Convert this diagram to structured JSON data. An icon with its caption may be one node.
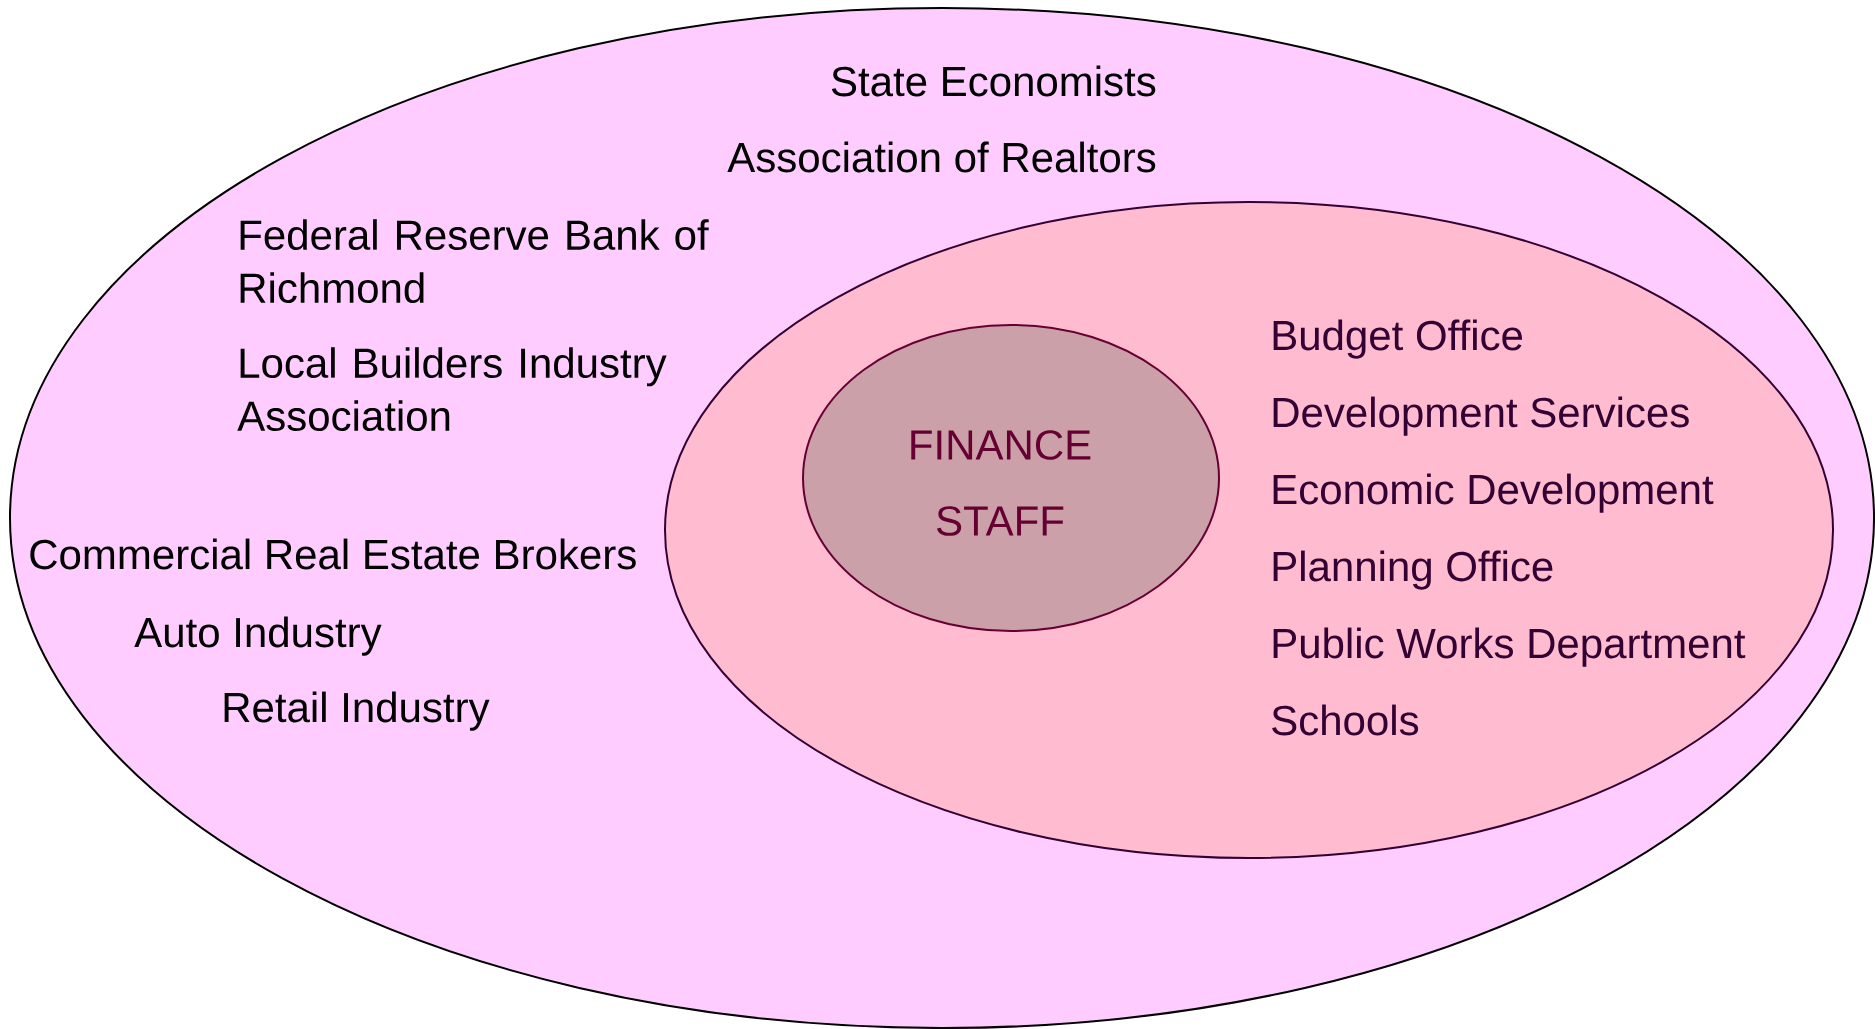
{
  "diagram": {
    "nodes": [
      {
        "text": [
          "State Economists",
          "Association of Realtors",
          "Federal Reserve Bank of Richmond",
          "Local Builders Industry Association",
          "Commercial Real Estate Brokers",
          "Auto Industry",
          "Retail Industry"
        ]
      },
      {
        "text": [
          "Budget Office",
          "Development Services",
          "Economic Development",
          "Planning Office",
          "Public Works Department",
          "Schools"
        ],
        "in": 0
      },
      {
        "text": [
          "FINANCE STAFF"
        ],
        "in": 1
      }
    ]
  }
}
